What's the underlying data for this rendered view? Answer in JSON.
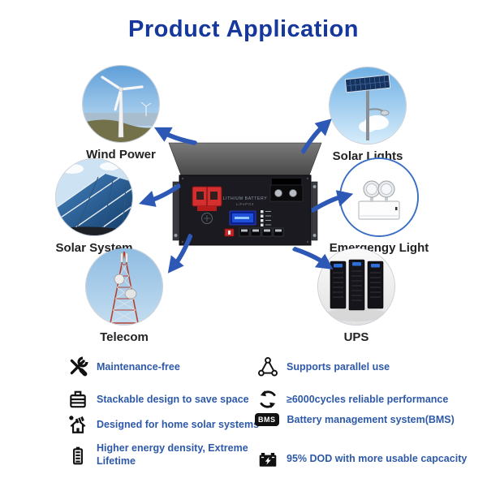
{
  "title": "Product Application",
  "colors": {
    "title": "#16379c",
    "feature_text": "#2d59a8",
    "arrow": "#2e58b5"
  },
  "applications": [
    {
      "id": "wind-power",
      "label": "Wind Power"
    },
    {
      "id": "solar-lights",
      "label": "Solar Lights"
    },
    {
      "id": "solar-system",
      "label": "Solar System"
    },
    {
      "id": "emergency-light",
      "label": "Emergengy Light"
    },
    {
      "id": "telecom",
      "label": "Telecom"
    },
    {
      "id": "ups",
      "label": "UPS"
    }
  ],
  "battery": {
    "line1": "LITHIUM BATTERY",
    "line2": "LiFePO4"
  },
  "features": {
    "left": [
      {
        "icon": "maintenance-icon",
        "text": "Maintenance-free"
      },
      {
        "icon": "stackable-icon",
        "text": "Stackable design to save space"
      },
      {
        "icon": "home-solar-icon",
        "text": "Designed for home solar systems"
      },
      {
        "icon": "battery-cell-icon",
        "text": "Higher energy density, Extreme Lifetime"
      }
    ],
    "right": [
      {
        "icon": "parallel-nodes-icon",
        "text": "Supports parallel use"
      },
      {
        "icon": "recycle-icon",
        "text": "≥6000cycles reliable performance"
      },
      {
        "icon": "bms-badge-icon",
        "badge": "BMS",
        "text": "Battery management system(BMS)"
      },
      {
        "icon": "car-battery-icon",
        "text": "95% DOD with more usable capcacity"
      }
    ]
  }
}
